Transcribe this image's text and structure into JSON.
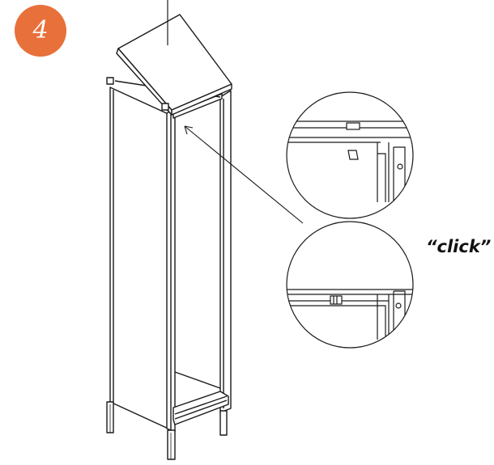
{
  "step": {
    "number": "4",
    "badge_color": "#E8703A"
  },
  "callout": {
    "sound_label": "“click”"
  },
  "colors": {
    "line": "#1a1a1a",
    "panel": "#ffffff",
    "leg": "#2a2a2a"
  },
  "details": [
    {
      "name": "detail-before",
      "state": "tab not engaged"
    },
    {
      "name": "detail-after",
      "state": "tab engaged"
    }
  ]
}
